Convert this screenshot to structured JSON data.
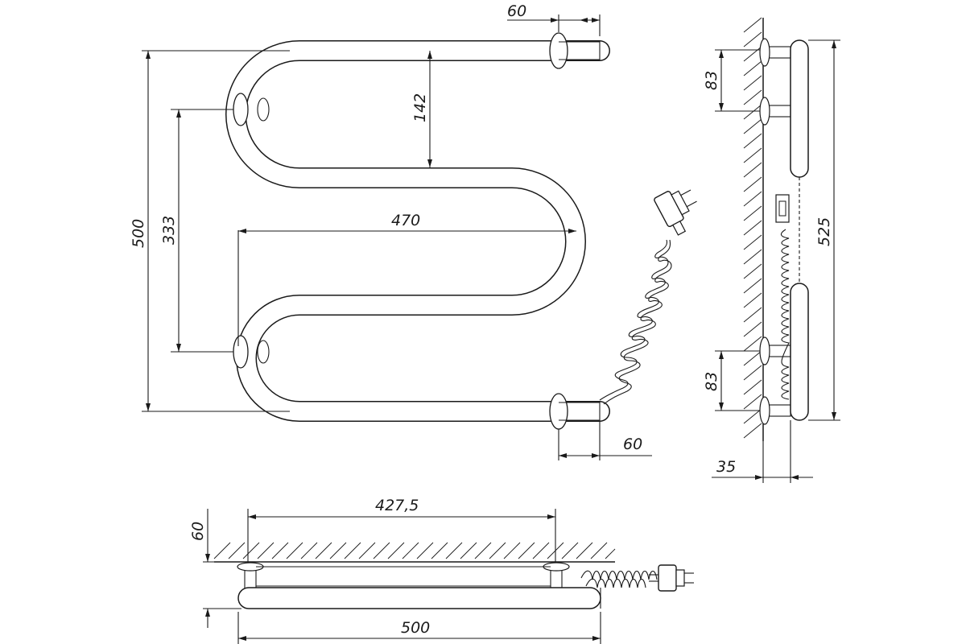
{
  "dimensions": {
    "front_top_offset": "60",
    "front_bottom_offset": "60",
    "front_height": "500",
    "front_mount_spacing": "333",
    "front_bend_pitch": "142",
    "front_width": "470",
    "side_top_gap": "83",
    "side_bottom_gap": "83",
    "side_height": "525",
    "side_wall_distance": "35",
    "bottom_mount_spacing": "427,5",
    "bottom_depth": "60",
    "bottom_width": "500"
  },
  "colors": {
    "line": "#1a1a1a",
    "pipe_fill": "#ffffff"
  },
  "icons": {
    "plug": "plug-icon",
    "cord": "coiled-cord-icon"
  }
}
